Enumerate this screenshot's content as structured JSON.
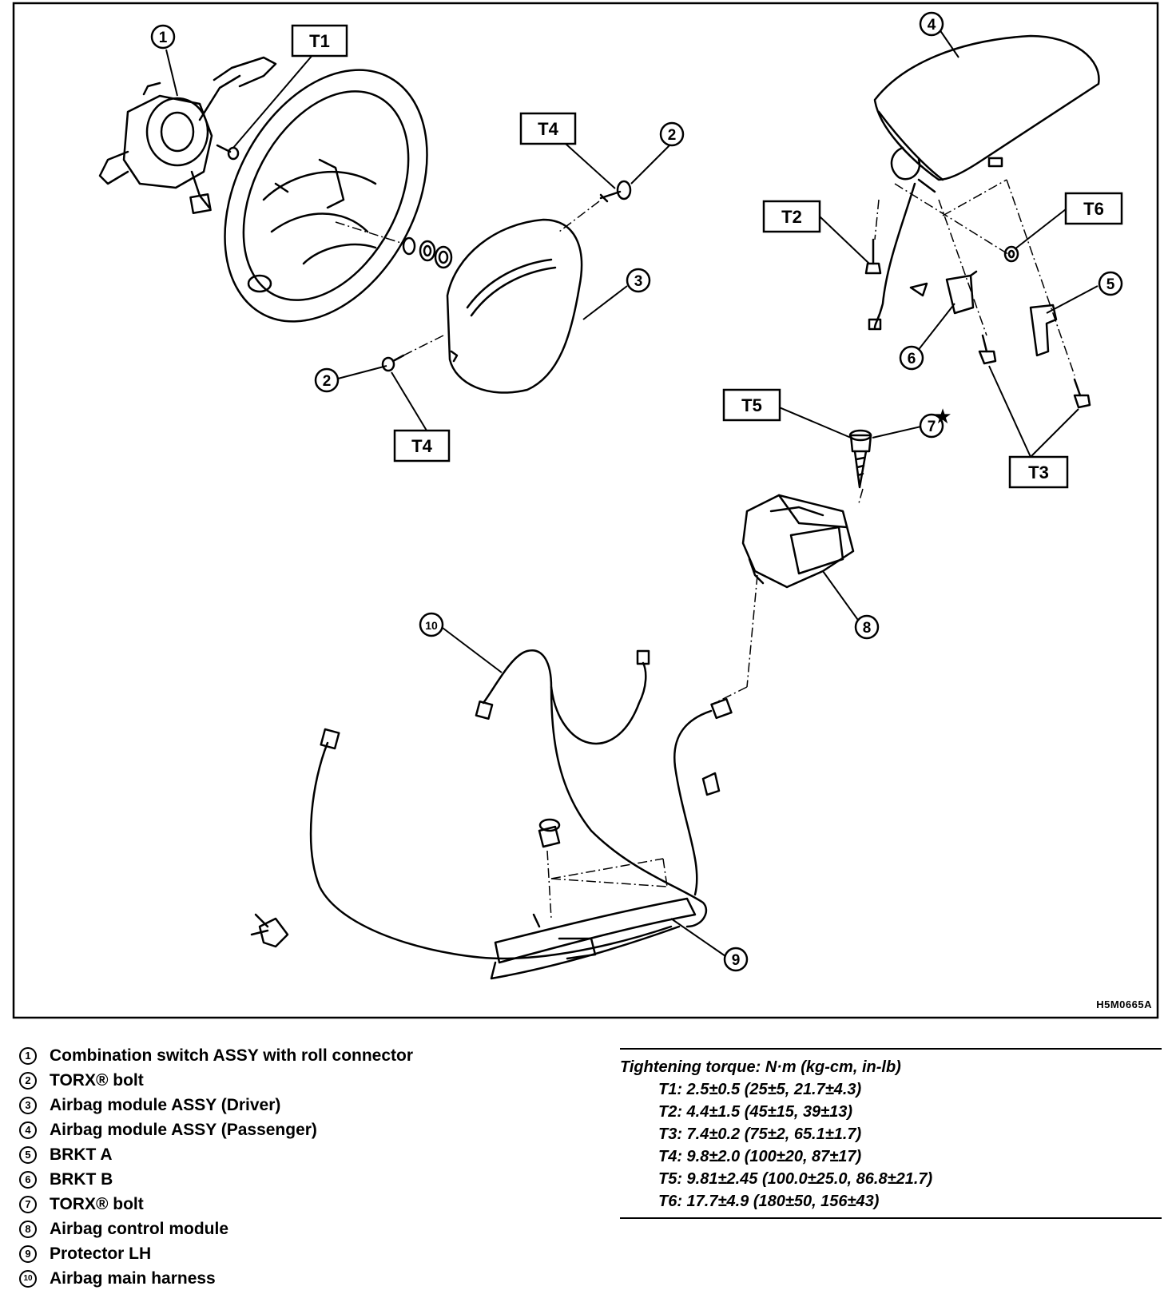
{
  "figure_code": "H5M0665A",
  "torque_labels": {
    "t1": "T1",
    "t2": "T2",
    "t3": "T3",
    "t4_top": "T4",
    "t4_bottom": "T4",
    "t5": "T5",
    "t6": "T6"
  },
  "callouts": {
    "c1": "1",
    "c2_top": "2",
    "c2_bottom": "2",
    "c3": "3",
    "c4": "4",
    "c5": "5",
    "c6": "6",
    "c7": "7",
    "c8": "8",
    "c9": "9",
    "c10": "10"
  },
  "star_mark": "★",
  "legend": [
    {
      "num": "1",
      "text": "Combination switch ASSY with roll connector"
    },
    {
      "num": "2",
      "text": "TORX® bolt"
    },
    {
      "num": "3",
      "text": "Airbag module ASSY (Driver)"
    },
    {
      "num": "4",
      "text": "Airbag module ASSY (Passenger)"
    },
    {
      "num": "5",
      "text": "BRKT A"
    },
    {
      "num": "6",
      "text": "BRKT B"
    },
    {
      "num": "7",
      "text": "TORX® bolt"
    },
    {
      "num": "8",
      "text": "Airbag control module"
    },
    {
      "num": "9",
      "text": "Protector LH"
    },
    {
      "num": "10",
      "text": "Airbag main harness"
    }
  ],
  "torque": {
    "title": "Tightening torque: N·m (kg-cm, in-lb)",
    "rows": [
      "T1: 2.5±0.5 (25±5, 21.7±4.3)",
      "T2: 4.4±1.5 (45±15, 39±13)",
      "T3: 7.4±0.2 (75±2, 65.1±1.7)",
      "T4: 9.8±2.0 (100±20, 87±17)",
      "T5: 9.81±2.45 (100.0±25.0, 86.8±21.7)",
      "T6: 17.7±4.9 (180±50, 156±43)"
    ]
  }
}
